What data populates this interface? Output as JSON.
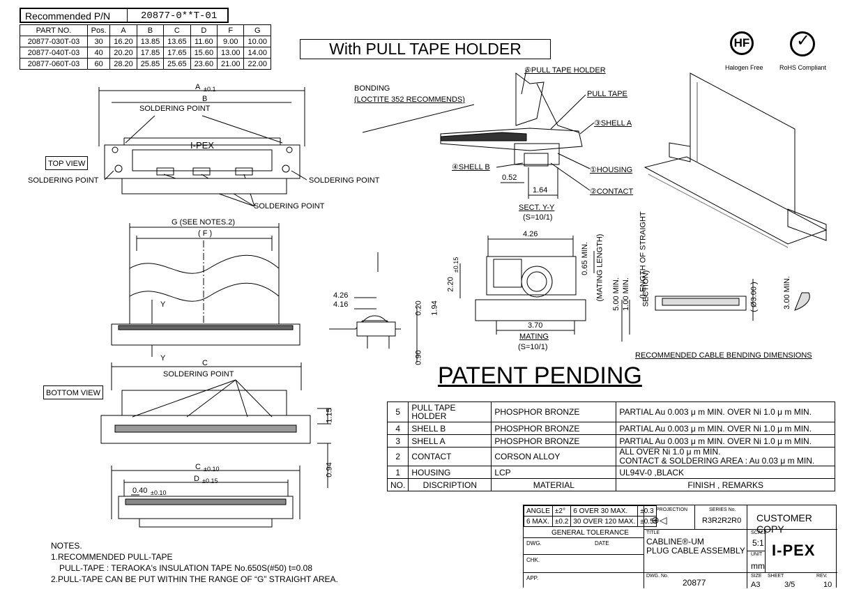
{
  "header": {
    "rec_label": "Recommended P/N",
    "rec_value": "20877-0**T-01"
  },
  "pn_table": {
    "headers": [
      "PART NO.",
      "Pos.",
      "A",
      "B",
      "C",
      "D",
      "F",
      "G"
    ],
    "rows": [
      [
        "20877-030T-03",
        "30",
        "16.20",
        "13.85",
        "13.65",
        "11.60",
        "9.00",
        "10.00"
      ],
      [
        "20877-040T-03",
        "40",
        "20.20",
        "17.85",
        "17.65",
        "15.60",
        "13.00",
        "14.00"
      ],
      [
        "20877-060T-03",
        "60",
        "28.20",
        "25.85",
        "25.65",
        "23.60",
        "21.00",
        "22.00"
      ]
    ]
  },
  "banner": "With PULL TAPE HOLDER",
  "badges": {
    "hf": "HF",
    "hf_caption": "Halogen Free",
    "rohs_caption": "RoHS Compliant"
  },
  "labels": {
    "dim_a": "A",
    "dim_a_tol": "±0.1",
    "dim_b": "B",
    "soldering_point": "SOLDERING POINT",
    "top_view": "TOP VIEW",
    "ipex_brand": "I-PEX",
    "dim_g": "G (SEE NOTES.2)",
    "dim_f": "( F )",
    "y_mark": "Y",
    "dim_c": "C",
    "dim_c_tol": "±0.10",
    "dim_d": "D",
    "dim_d_tol": "±0.15",
    "pitch": "0.40",
    "pitch_tol": "±0.10",
    "bottom_view": "BOTTOM VIEW",
    "bonding": "BONDING",
    "loctite": "(LOCTITE 352 RECOMMENDS)",
    "part5": "⑤PULL TAPE HOLDER",
    "pull_tape": "PULL TAPE",
    "part3": "③SHELL A",
    "part4": "④SHELL B",
    "part1": "①HOUSING",
    "part2": "②CONTACT",
    "d052": "0.52",
    "d164": "1.64",
    "sect": "SECT. Y-Y",
    "scale10": "(S=10/1)",
    "d426": "4.26",
    "d416": "4.16",
    "d194": "1.94",
    "d020": "0.20",
    "d090": "0.90",
    "d220": "2.20",
    "d220tol": "±0.15",
    "d065": "0.65 MIN.",
    "mating_length": "(MATING LENGTH)",
    "d370": "3.70",
    "mating": "MATING",
    "d500": "5.00 MIN.",
    "d100": "1.00 MIN.",
    "straight": "(LENGTH OF STRAIGHT",
    "section": "SECTION)",
    "d300": "( Ø3.00 )",
    "d300min": "3.00 MIN.",
    "rec_bending": "RECOMMENDED CABLE BENDING DIMENSIONS",
    "d115": "1.15",
    "d094": "0.94",
    "patent": "PATENT PENDING"
  },
  "materials": {
    "rows": [
      {
        "no": "5",
        "desc": "PULL TAPE HOLDER",
        "material": "PHOSPHOR BRONZE",
        "finish": "PARTIAL Au 0.003 μ m MIN. OVER Ni 1.0 μ m MIN."
      },
      {
        "no": "4",
        "desc": "SHELL B",
        "material": "PHOSPHOR BRONZE",
        "finish": "PARTIAL Au 0.003 μ m MIN. OVER Ni 1.0 μ m MIN."
      },
      {
        "no": "3",
        "desc": "SHELL A",
        "material": "PHOSPHOR BRONZE",
        "finish": "PARTIAL Au 0.003 μ m MIN. OVER Ni 1.0 μ m MIN."
      },
      {
        "no": "2",
        "desc": "CONTACT",
        "material": "CORSON ALLOY",
        "finish": "ALL OVER Ni 1.0 μ m MIN.",
        "finish2": "CONTACT & SOLDERING AREA : Au 0.03 μ m MIN."
      },
      {
        "no": "1",
        "desc": "HOUSING",
        "material": "LCP",
        "finish": "UL94V-0 ,BLACK"
      }
    ],
    "head_no": "NO.",
    "head_desc": "DISCRIPTION",
    "head_material": "MATERIAL",
    "head_finish": "FINISH , REMARKS"
  },
  "title_block": {
    "angle": "ANGLE",
    "angle_tol": "±2°",
    "over30": "6 OVER 30 MAX.",
    "tol03": "±0.3",
    "max6": "6 MAX.",
    "tol02": "±0.2",
    "over120": "30 OVER 120 MAX.",
    "tol05": "±0.5",
    "general": "GENERAL TOLERANCE",
    "projection": "PROJECTION",
    "series_label": "SERIES No.",
    "series": "R3R2R2R0",
    "customer": "CUSTOMER COPY",
    "dwg": "DWG.",
    "date": "DATE",
    "chk": "CHK.",
    "app": "APP.",
    "title_label": "TITLE",
    "title1": "CABLINE®-UM",
    "title2": "PLUG CABLE ASSEMBLY",
    "scale_label": "SCALE",
    "scale": "5:1",
    "unit_label": "UNIT",
    "unit": "mm",
    "logo": "I-PEX",
    "dwgno_label": "DWG. No.",
    "dwgno": "20877",
    "size_label": "SIZE",
    "size": "A3",
    "sheet_label": "SHEET",
    "sheet": "3/5",
    "rev_label": "REV.",
    "rev": "10"
  },
  "notes": {
    "title": "NOTES.",
    "n1": "1.RECOMMENDED PULL-TAPE",
    "n1b": "PULL-TAPE : TERAOKA's INSULATION TAPE No.650S(#50) t=0.08",
    "n2": "2.PULL-TAPE CAN BE PUT WITHIN THE RANGE OF “G” STRAIGHT AREA."
  }
}
